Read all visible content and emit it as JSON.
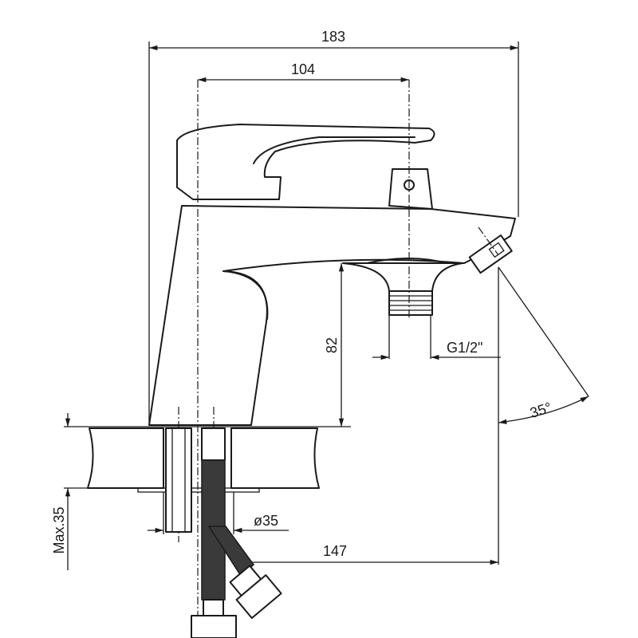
{
  "title": "Basin mixer faucet dimension drawing",
  "dimensions": {
    "overall_length": "183",
    "handle_to_spout_center": "104",
    "spout_height": "82",
    "thread_size": "G1/2\"",
    "spout_angle": "35°",
    "max_counter_thickness": "Max.35",
    "hole_diameter": "ø35",
    "reach": "147"
  },
  "colors": {
    "line": "#1a1a1a",
    "background": "#ffffff"
  }
}
